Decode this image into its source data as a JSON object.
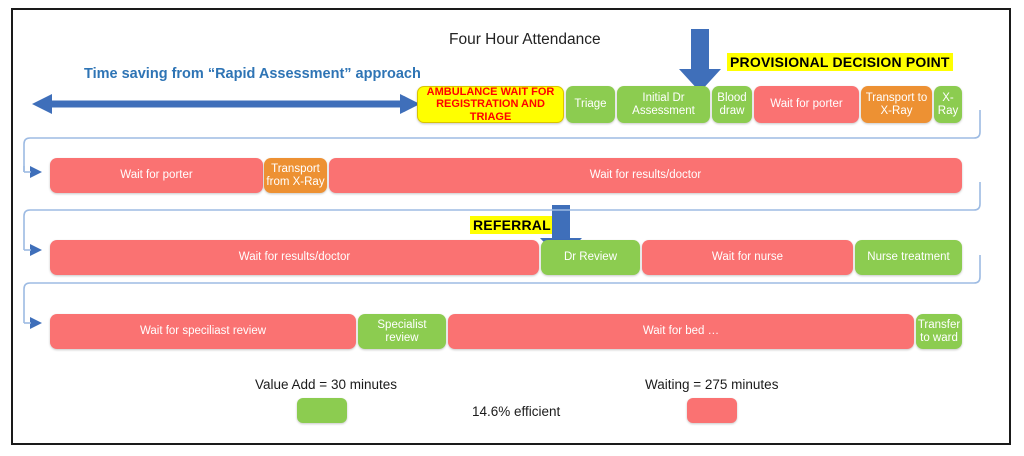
{
  "diagram": {
    "title": "Four Hour Attendance",
    "time_saving_label": "Time saving from “Rapid Assessment” approach",
    "callouts": {
      "provisional_decision_point": "PROVISIONAL DECISION POINT",
      "referral": "REFERRAL"
    },
    "colors": {
      "waiting": "#fa7272",
      "value_add": "#8ccc50",
      "transport": "#ed9133",
      "highlight": "#ffff00",
      "highlight_text": "#ff0000",
      "arrow_blue": "#3f6fba",
      "connector_blue": "#9dbbe3",
      "label_blue": "#2e74b5",
      "frame": "#1a1a1a"
    },
    "rows": [
      {
        "id": "row-1",
        "steps": [
          {
            "label": "AMBULANCE WAIT FOR REGISTRATION AND TRIAGE",
            "type": "highlight"
          },
          {
            "label": "Triage",
            "type": "value_add"
          },
          {
            "label": "Initial Dr Assessment",
            "type": "value_add"
          },
          {
            "label": "Blood draw",
            "type": "value_add"
          },
          {
            "label": "Wait for porter",
            "type": "waiting"
          },
          {
            "label": "Transport to X-Ray",
            "type": "transport"
          },
          {
            "label": "X-Ray",
            "type": "value_add"
          }
        ]
      },
      {
        "id": "row-2",
        "steps": [
          {
            "label": "Wait for porter",
            "type": "waiting"
          },
          {
            "label": "Transport from X-Ray",
            "type": "transport"
          },
          {
            "label": "Wait for results/doctor",
            "type": "waiting"
          }
        ]
      },
      {
        "id": "row-3",
        "steps": [
          {
            "label": "Wait for results/doctor",
            "type": "waiting"
          },
          {
            "label": "Dr Review",
            "type": "value_add"
          },
          {
            "label": "Wait for nurse",
            "type": "waiting"
          },
          {
            "label": "Nurse treatment",
            "type": "value_add"
          }
        ]
      },
      {
        "id": "row-4",
        "steps": [
          {
            "label": "Wait for speciliast review",
            "type": "waiting"
          },
          {
            "label": "Specialist review",
            "type": "value_add"
          },
          {
            "label": "Wait for bed …",
            "type": "waiting"
          },
          {
            "label": "Transfer to ward",
            "type": "value_add"
          }
        ]
      }
    ],
    "legend": {
      "value_add_label": "Value Add = 30 minutes",
      "waiting_label": "Waiting = 275 minutes",
      "efficiency_label": "14.6% efficient"
    }
  }
}
